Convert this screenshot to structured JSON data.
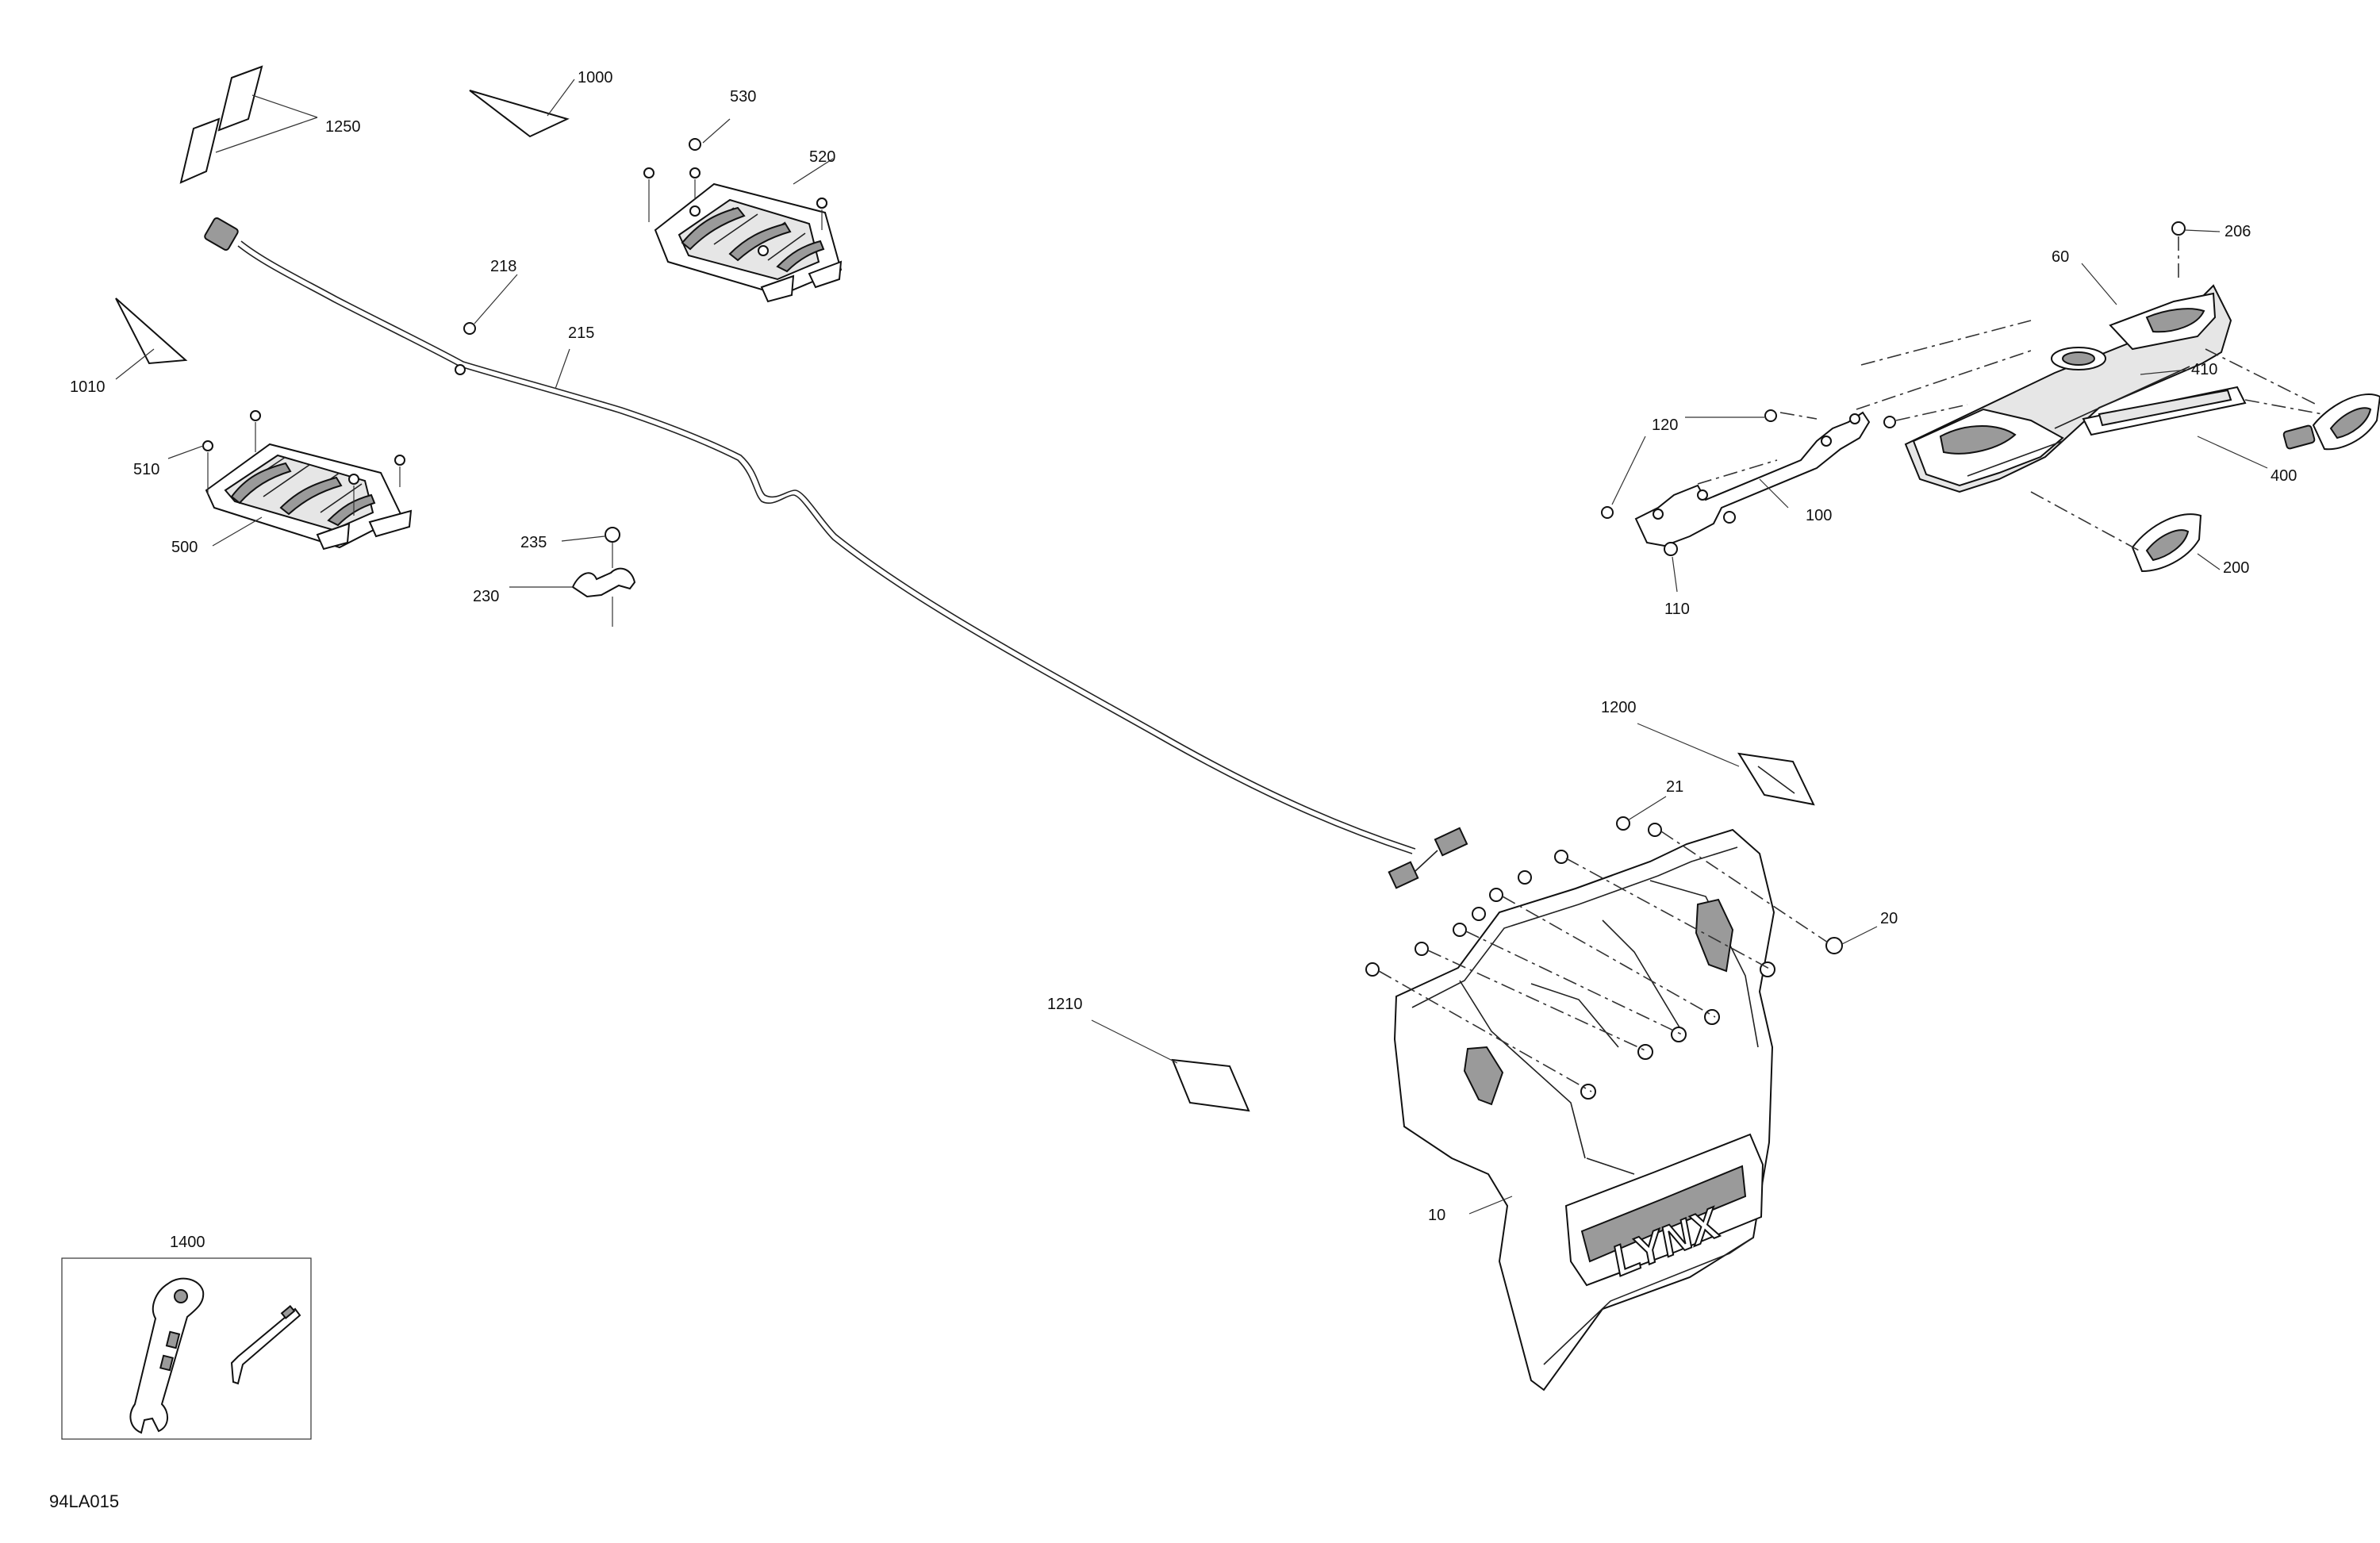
{
  "diagram_id": "94LA015",
  "callouts": {
    "c1250": "1250",
    "c1000": "1000",
    "c530": "530",
    "c520": "520",
    "c218": "218",
    "c215": "215",
    "c1010": "1010",
    "c510": "510",
    "c500": "500",
    "c235": "235",
    "c230": "230",
    "c206": "206",
    "c60": "60",
    "c410": "410",
    "c120": "120",
    "c100": "100",
    "c400": "400",
    "c200": "200",
    "c110": "110",
    "c1200": "1200",
    "c21": "21",
    "c20": "20",
    "c1210": "1210",
    "c10": "10",
    "c1400": "1400"
  },
  "logo_text": "LYNX"
}
